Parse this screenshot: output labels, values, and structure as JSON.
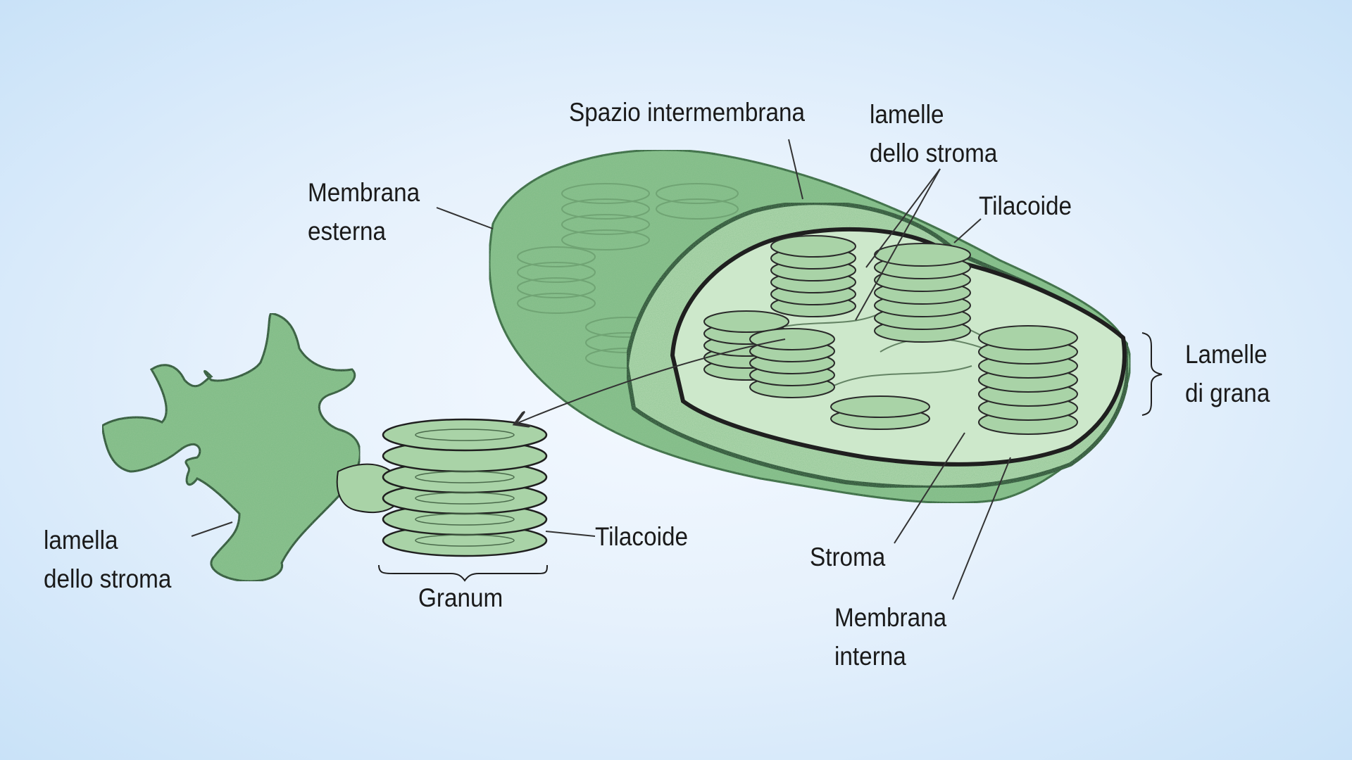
{
  "colors": {
    "background": "#e8f2fc",
    "organelle_fill": "#8fc391",
    "organelle_fill_light": "#c5e3c4",
    "stroke": "#1f1f1f",
    "leader_line": "#333333"
  },
  "labels": {
    "spazio_intermembrana": "Spazio intermembrana",
    "lamelle_dello_stroma": "lamelle\ndello stroma",
    "membrana_esterna": "Membrana\nesterna",
    "tilacoide_top": "Tilacoide",
    "lamelle_di_grana": "Lamelle\ndi grana",
    "lamella_dello_stroma": "lamella\ndello stroma",
    "tilacoide_bottom": "Tilacoide",
    "granum": "Granum",
    "stroma": "Stroma",
    "membrana_interna": "Membrana\ninterna"
  }
}
